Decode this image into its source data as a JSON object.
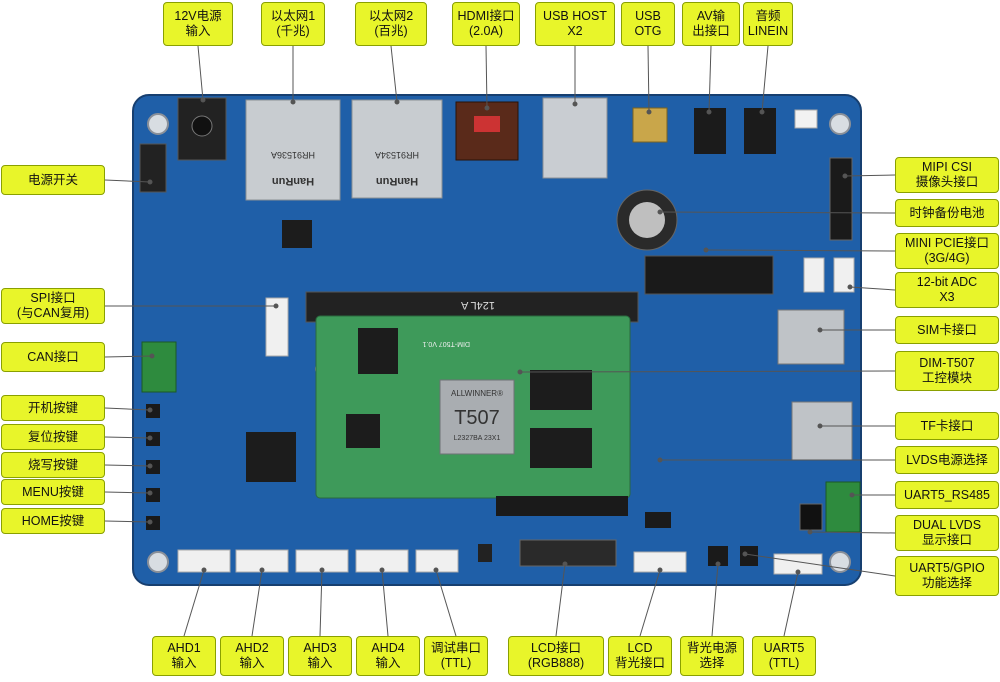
{
  "callouts_top": [
    {
      "id": "dc12v",
      "lines": [
        "12V电源",
        "输入"
      ]
    },
    {
      "id": "eth1",
      "lines": [
        "以太网1",
        "(千兆)"
      ]
    },
    {
      "id": "eth2",
      "lines": [
        "以太网2",
        "(百兆)"
      ]
    },
    {
      "id": "hdmi",
      "lines": [
        "HDMI接口",
        "(2.0A)"
      ]
    },
    {
      "id": "usbhost",
      "lines": [
        "USB HOST",
        "X2"
      ]
    },
    {
      "id": "usbotg",
      "lines": [
        "USB",
        "OTG"
      ]
    },
    {
      "id": "av",
      "lines": [
        "AV输",
        "出接口"
      ]
    },
    {
      "id": "linein",
      "lines": [
        "音频",
        "LINEIN"
      ]
    }
  ],
  "callouts_left": [
    {
      "id": "power_switch",
      "lines": [
        "电源开关"
      ]
    },
    {
      "id": "spi",
      "lines": [
        "SPI接口",
        "(与CAN复用)"
      ]
    },
    {
      "id": "can",
      "lines": [
        "CAN接口"
      ]
    },
    {
      "id": "btn_power",
      "lines": [
        "开机按键"
      ]
    },
    {
      "id": "btn_reset",
      "lines": [
        "复位按键"
      ]
    },
    {
      "id": "btn_burn",
      "lines": [
        "烧写按键"
      ]
    },
    {
      "id": "btn_menu",
      "lines": [
        "MENU按键"
      ]
    },
    {
      "id": "btn_home",
      "lines": [
        "HOME按键"
      ]
    }
  ],
  "callouts_right": [
    {
      "id": "mipi",
      "lines": [
        "MIPI CSI",
        "摄像头接口"
      ]
    },
    {
      "id": "rtc",
      "lines": [
        "时钟备份电池"
      ]
    },
    {
      "id": "pcie",
      "lines": [
        "MINI PCIE接口",
        "(3G/4G)"
      ]
    },
    {
      "id": "adc",
      "lines": [
        "12-bit ADC",
        "X3"
      ]
    },
    {
      "id": "sim",
      "lines": [
        "SIM卡接口"
      ]
    },
    {
      "id": "dim",
      "lines": [
        "DIM-T507",
        "工控模块"
      ]
    },
    {
      "id": "tf",
      "lines": [
        "TF卡接口"
      ]
    },
    {
      "id": "lvds_pwr",
      "lines": [
        "LVDS电源选择"
      ]
    },
    {
      "id": "rs485",
      "lines": [
        "UART5_RS485"
      ]
    },
    {
      "id": "dual_lvds",
      "lines": [
        "DUAL LVDS",
        "显示接口"
      ]
    },
    {
      "id": "uart5_sel",
      "lines": [
        "UART5/GPIO",
        "功能选择"
      ]
    }
  ],
  "callouts_bottom": [
    {
      "id": "ahd1",
      "lines": [
        "AHD1",
        "输入"
      ]
    },
    {
      "id": "ahd2",
      "lines": [
        "AHD2",
        "输入"
      ]
    },
    {
      "id": "ahd3",
      "lines": [
        "AHD3",
        "输入"
      ]
    },
    {
      "id": "ahd4",
      "lines": [
        "AHD4",
        "输入"
      ]
    },
    {
      "id": "debug",
      "lines": [
        "调试串口",
        "(TTL)"
      ]
    },
    {
      "id": "lcd",
      "lines": [
        "LCD接口",
        "(RGB888)"
      ]
    },
    {
      "id": "lcd_bl",
      "lines": [
        "LCD",
        "背光接口"
      ]
    },
    {
      "id": "bl_pwr",
      "lines": [
        "背光电源",
        "选择"
      ]
    },
    {
      "id": "uart5_ttl",
      "lines": [
        "UART5",
        "(TTL)"
      ]
    }
  ],
  "board": {
    "chip_brand": "ALLWINNER®",
    "chip_model": "T507",
    "chip_code": "L2327BA  23X1",
    "module_label": "DIM-T507 V0.1",
    "eth_jack_model_1": "HR91536A",
    "eth_jack_model_2": "HR91534A",
    "eth_brand": "HanRun",
    "slot_label": "124L A",
    "pcb_text": "DIM-T507 V0.1",
    "colors": {
      "pcb": "#1f5fa8",
      "module": "#3e9a5a",
      "callout_fill": "#e8f52a",
      "leader": "#555555"
    }
  }
}
